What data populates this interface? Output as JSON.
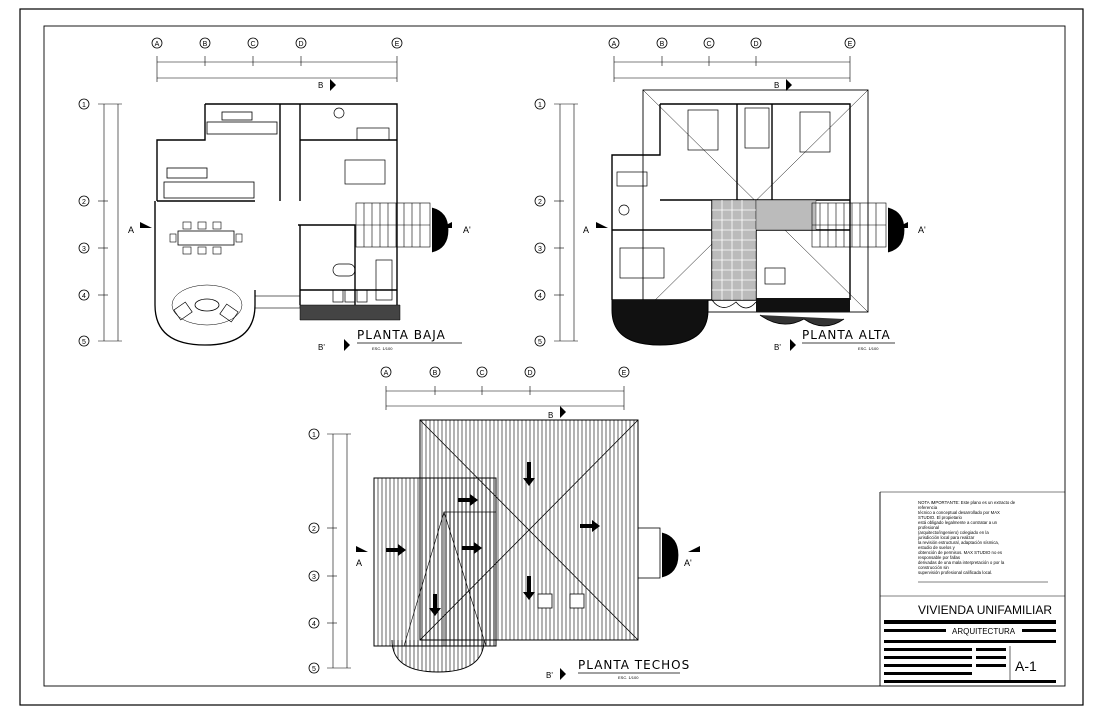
{
  "sheet": {
    "project_title": "VIVIENDA UNIFAMILIAR",
    "discipline": "ARQUITECTURA",
    "sheet_number": "A-1",
    "note": [
      "NOTA IMPORTANTE: Este plano es un extracto de",
      "referencia",
      "técnico a conceptual desarrollado por MAX",
      "STUDIO. El propietario",
      "está obligado legalmente a contratar a un",
      "profesional",
      "(arquitecto/ingeniero) colegiado en la",
      "jurisdicción local para realizar",
      "la revisión estructural, adaptación sísmica,",
      "estudio de suelos y",
      "obtención de permisos. MAX STUDIO no es",
      "responsable por fallas",
      "derivadas de una mala interpretación o por la",
      "construcción sin",
      "supervisión profesional calificada local."
    ]
  },
  "plans": {
    "ground": {
      "title": "PLANTA BAJA",
      "scale": "ESC. 1/100"
    },
    "upper": {
      "title": "PLANTA ALTA",
      "scale": "ESC. 1/100"
    },
    "roof": {
      "title": "PLANTA TECHOS",
      "scale": "ESC. 1/100"
    }
  },
  "grid": {
    "columns": [
      "A",
      "B",
      "C",
      "D",
      "E"
    ],
    "rows": [
      "1",
      "2",
      "3",
      "4",
      "5"
    ]
  },
  "sections": {
    "a": "A",
    "a_prime": "A'",
    "b": "B",
    "b_prime": "B'"
  }
}
